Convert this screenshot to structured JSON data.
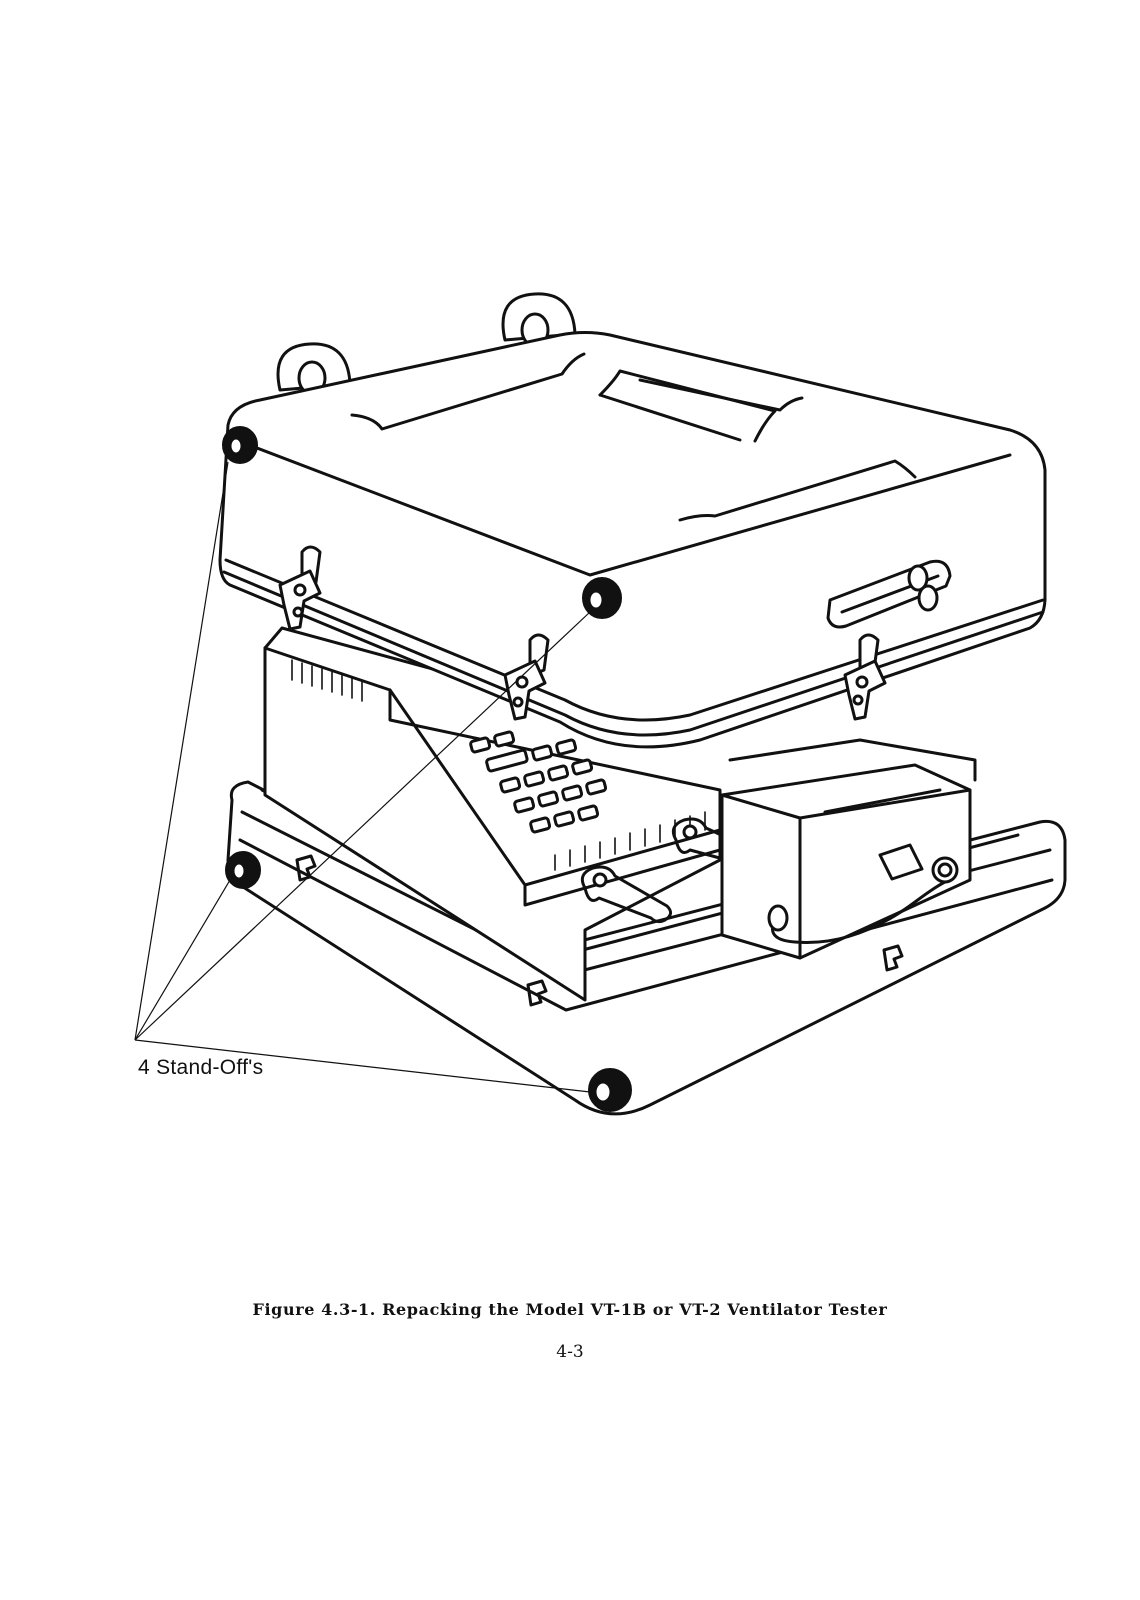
{
  "figure": {
    "callout_label": "4 Stand-Off's",
    "caption": "Figure 4.3-1. Repacking the Model VT-1B or VT-2 Ventilator Tester"
  },
  "page": {
    "number": "4-3"
  }
}
